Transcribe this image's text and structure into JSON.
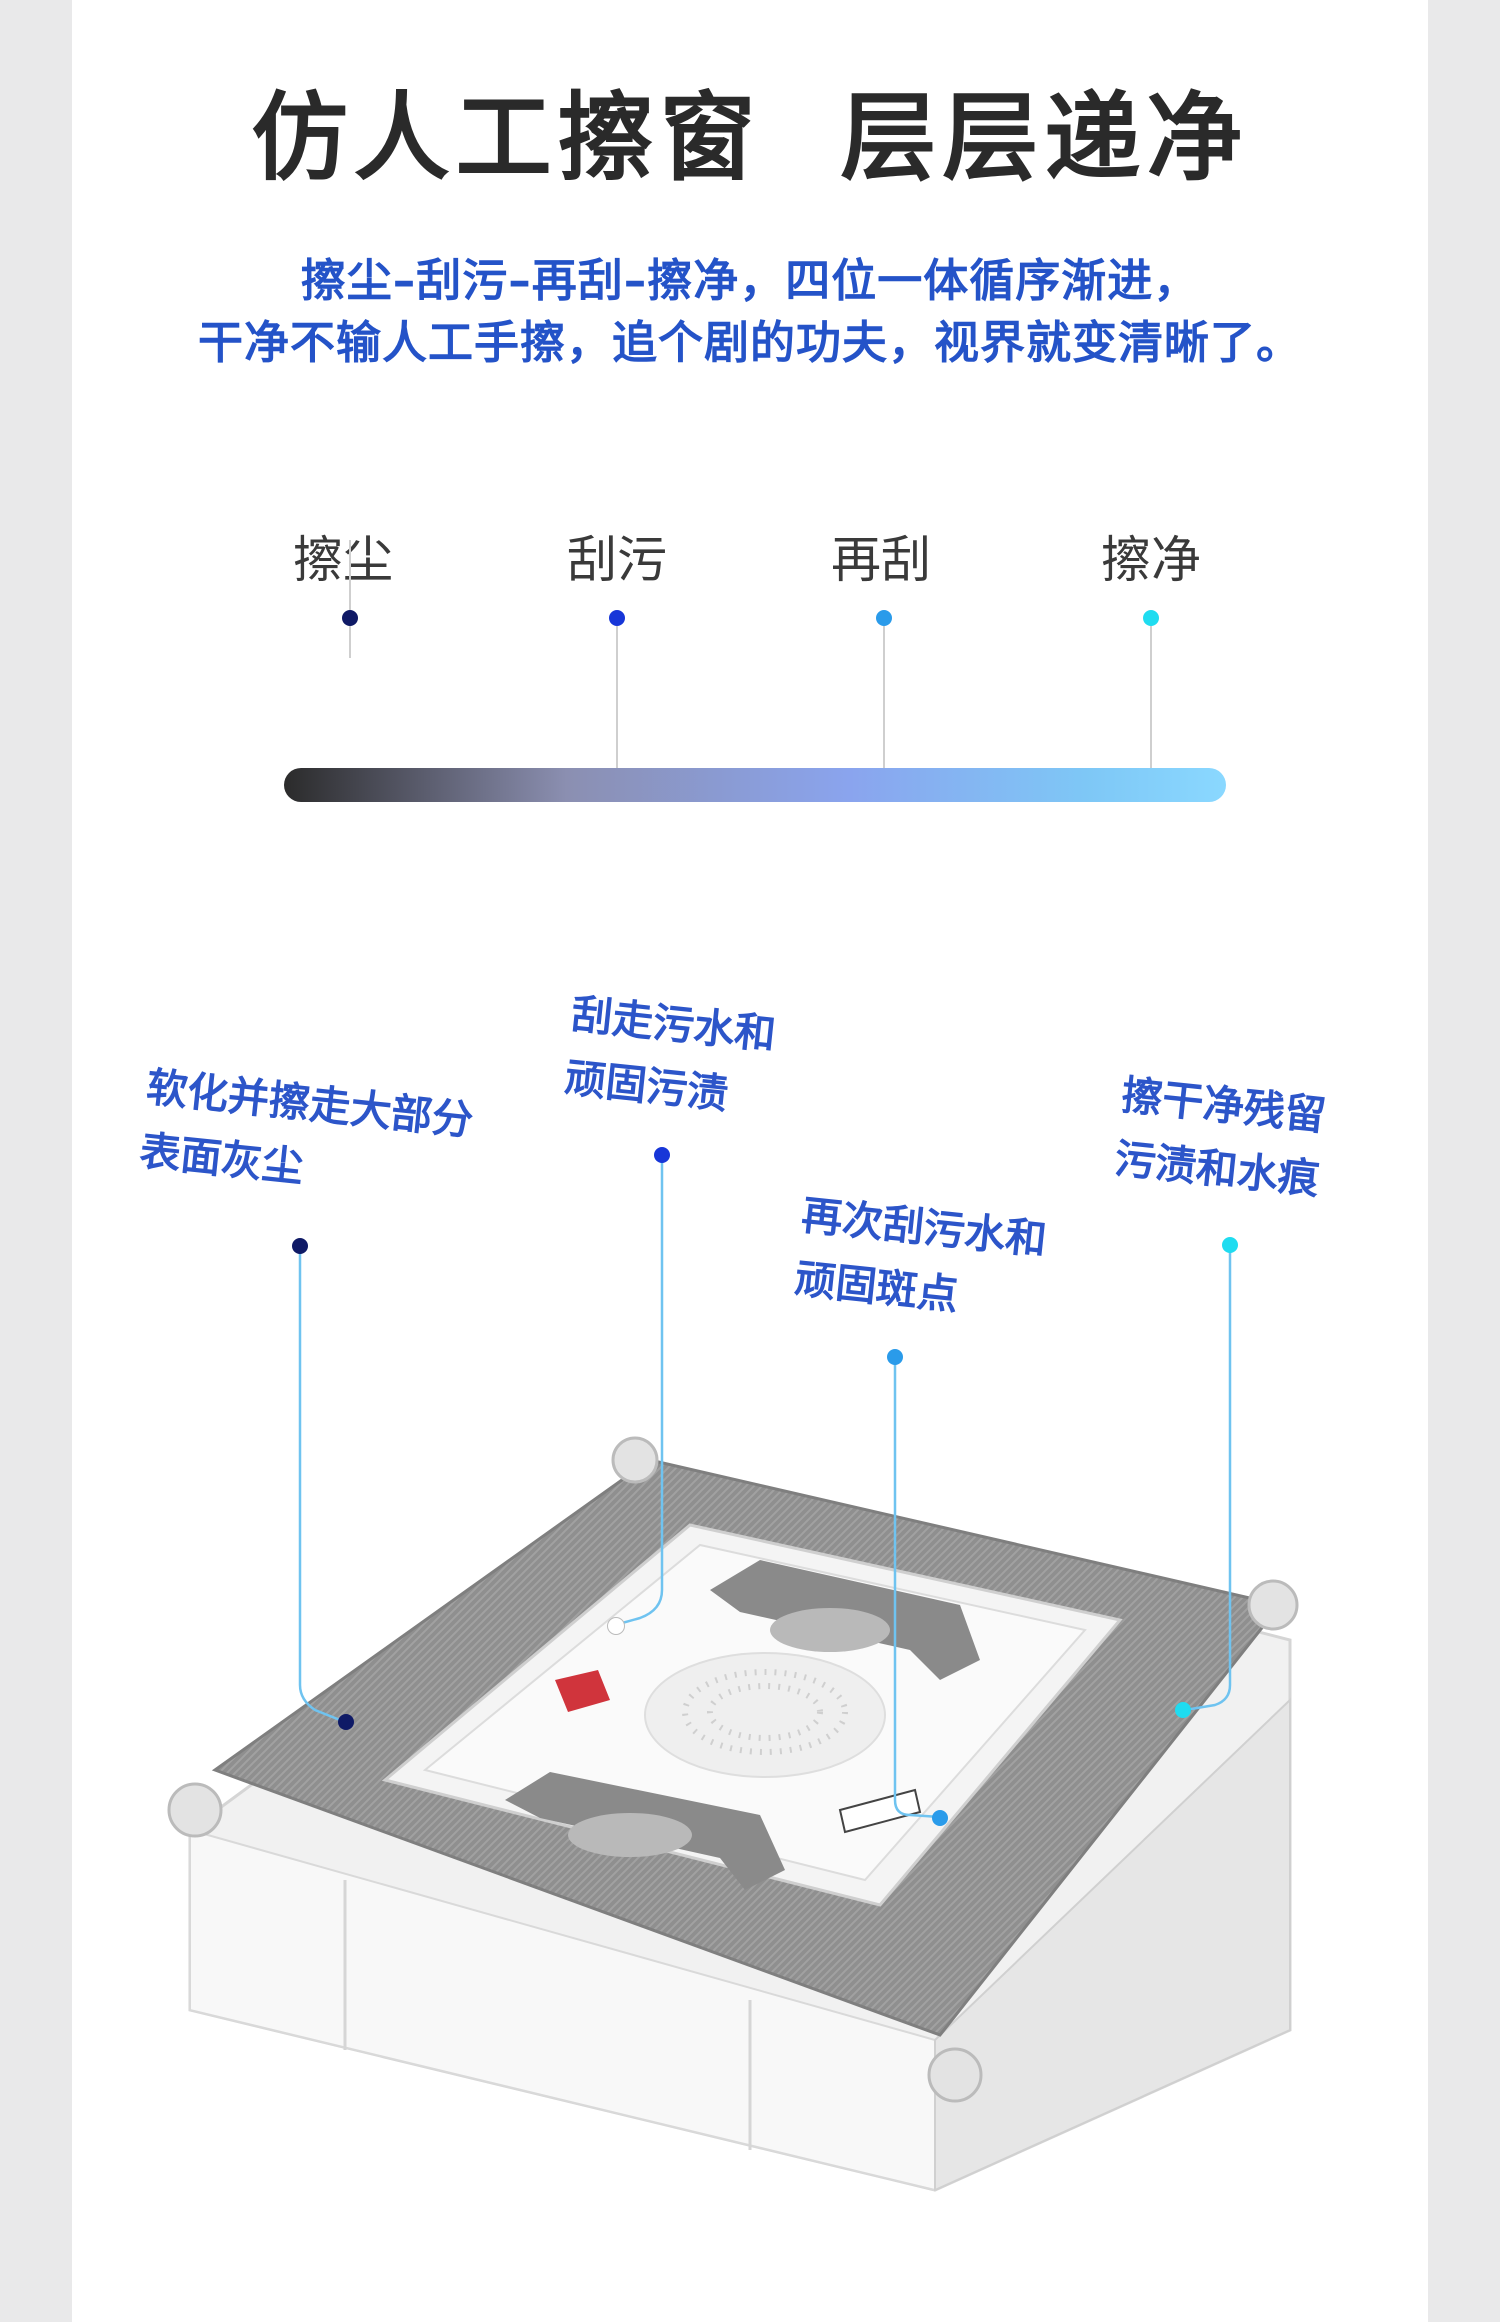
{
  "title": "仿人工擦窗  层层递净",
  "subtitle": {
    "line1": "擦尘–刮污–再刮–擦净，四位一体循序渐进，",
    "line2": "干净不输人工手擦，追个剧的功夫，视界就变清晰了。"
  },
  "steps": [
    {
      "label": "擦尘",
      "color": "#0f1a66"
    },
    {
      "label": "刮污",
      "color": "#1736d8"
    },
    {
      "label": "再刮",
      "color": "#2a9bea"
    },
    {
      "label": "擦净",
      "color": "#1fdcf0"
    }
  ],
  "callouts": [
    {
      "line1": "软化并擦走大部分",
      "line2": "表面灰尘",
      "color": "#0f1a66"
    },
    {
      "line1": "刮走污水和",
      "line2": "顽固污渍",
      "color": "#1736d8"
    },
    {
      "line1": "再次刮污水和",
      "line2": "顽固斑点",
      "color": "#2a9bea"
    },
    {
      "line1": "擦干净残留",
      "line2": "污渍和水痕",
      "color": "#1fdcf0"
    }
  ]
}
